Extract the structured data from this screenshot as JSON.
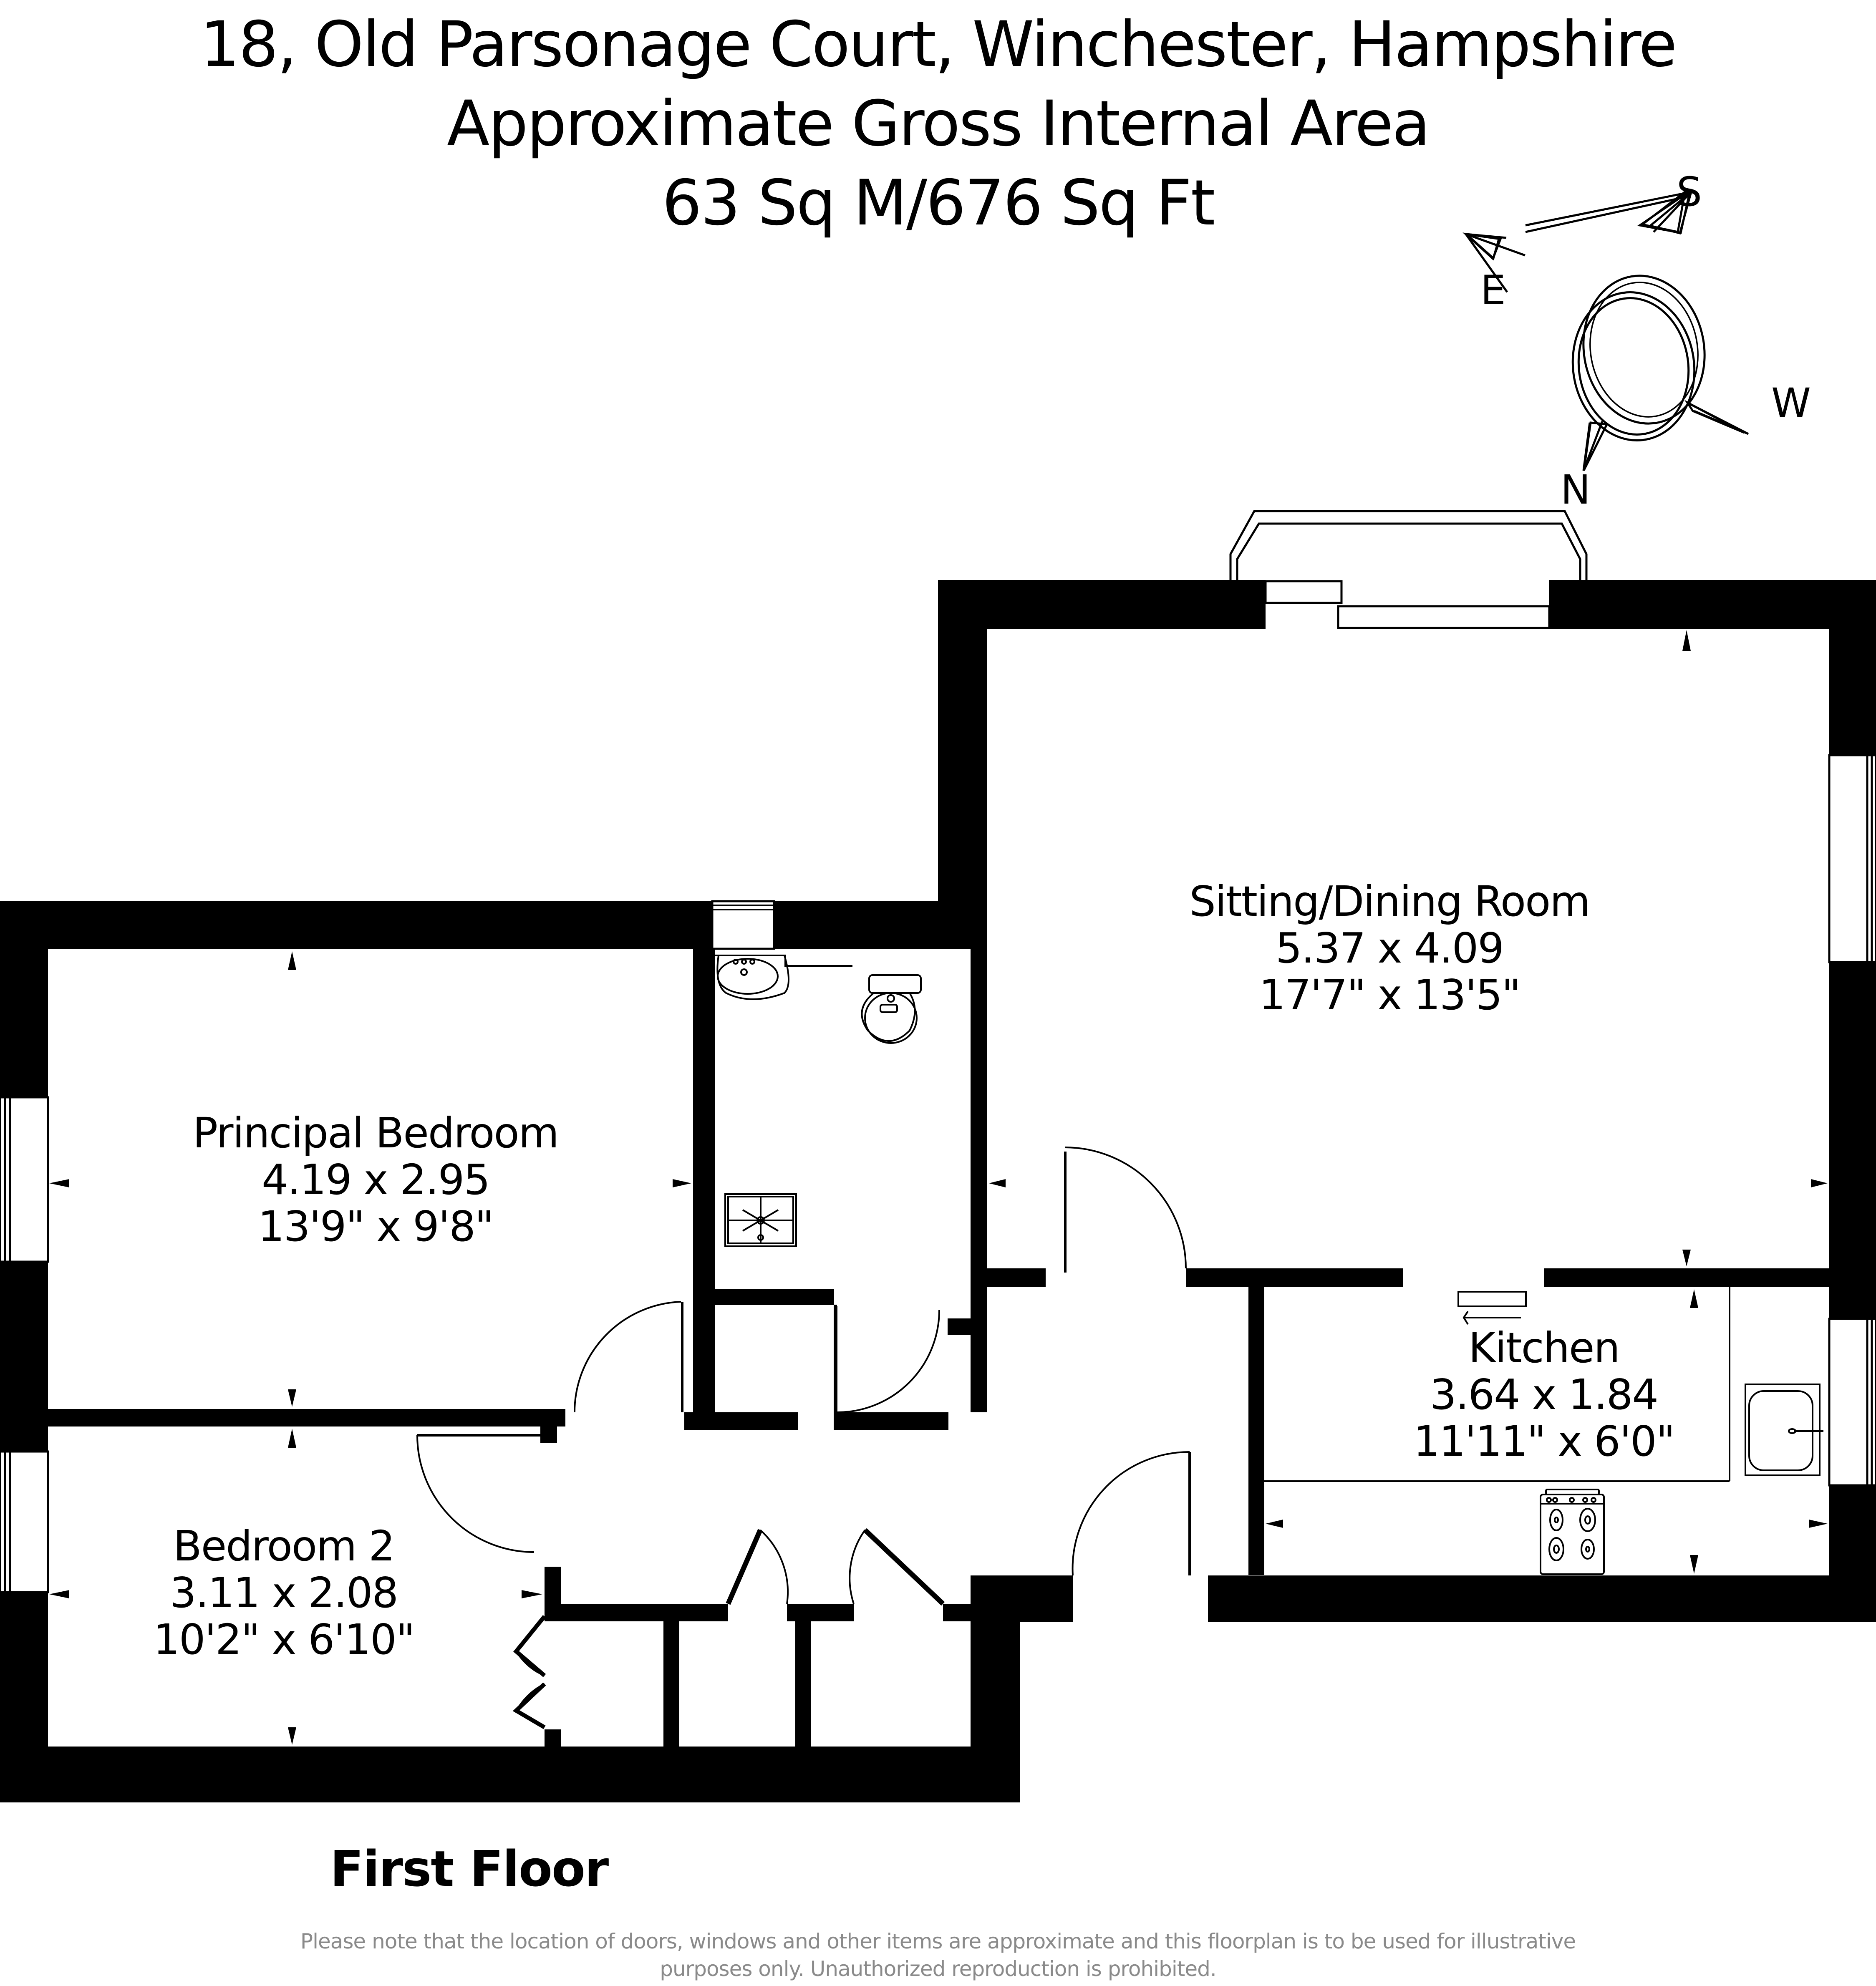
{
  "header": {
    "address": "18, Old Parsonage Court, Winchester, Hampshire",
    "area_label": "Approximate Gross Internal Area",
    "area_value": "63 Sq M/676 Sq Ft"
  },
  "compass": {
    "north": "N",
    "south": "S",
    "east": "E",
    "west": "W"
  },
  "rooms": {
    "sitting_dining": {
      "name": "Sitting/Dining Room",
      "metric": "5.37 x 4.09",
      "imperial": "17'7\" x 13'5\""
    },
    "principal_bedroom": {
      "name": "Principal Bedroom",
      "metric": "4.19 x 2.95",
      "imperial": "13'9\" x 9'8\""
    },
    "bedroom_2": {
      "name": "Bedroom 2",
      "metric": "3.11 x 2.08",
      "imperial": "10'2\" x 6'10\""
    },
    "kitchen": {
      "name": "Kitchen",
      "metric": "3.64 x 1.84",
      "imperial": "11'11\" x 6'0\""
    }
  },
  "footer": {
    "floor_label": "First Floor",
    "disclaimer_line1": "Please note that the location of doors, windows and other items are approximate and this floorplan is to be used for illustrative",
    "disclaimer_line2": "purposes only. Unauthorized reproduction is prohibited."
  },
  "colors": {
    "wall": "#000000",
    "background": "#ffffff",
    "disclaimer_text": "#8a8a8a"
  }
}
